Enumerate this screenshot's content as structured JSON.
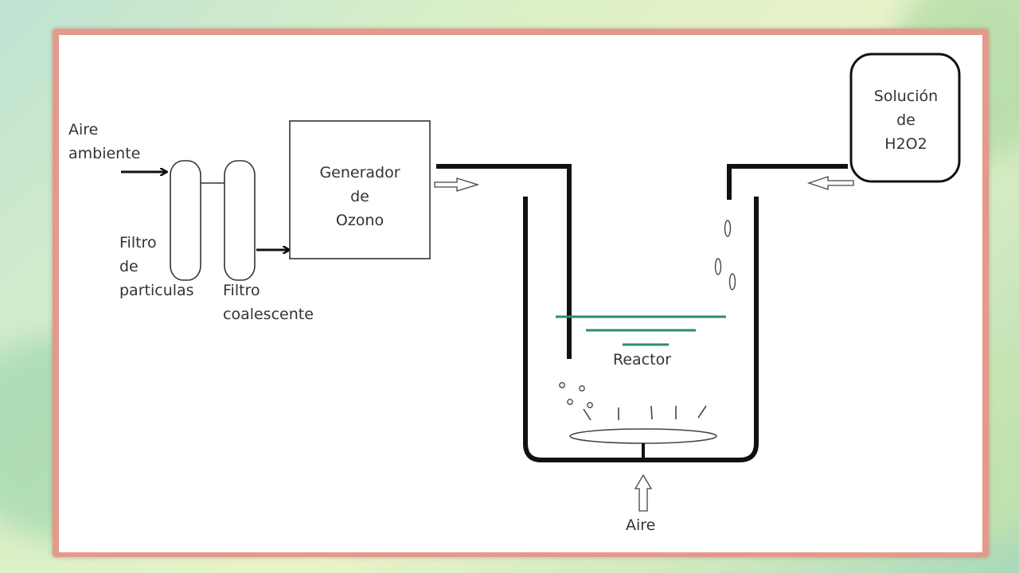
{
  "labels": {
    "aire_ambiente_1": "Aire",
    "aire_ambiente_2": "ambiente",
    "filtro_particulas_1": "Filtro",
    "filtro_particulas_2": "de",
    "filtro_particulas_3": "particulas",
    "filtro_coalescente_1": "Filtro",
    "filtro_coalescente_2": "coalescente",
    "generador_1": "Generador",
    "generador_2": "de",
    "generador_3": "Ozono",
    "solucion_1": "Solución",
    "solucion_2": "de",
    "solucion_3": "H2O2",
    "reactor": "Reactor",
    "aire_bottom": "Aire"
  },
  "colors": {
    "frame": "#e39a8c",
    "line": "#111111",
    "water": "#2e8b74"
  }
}
